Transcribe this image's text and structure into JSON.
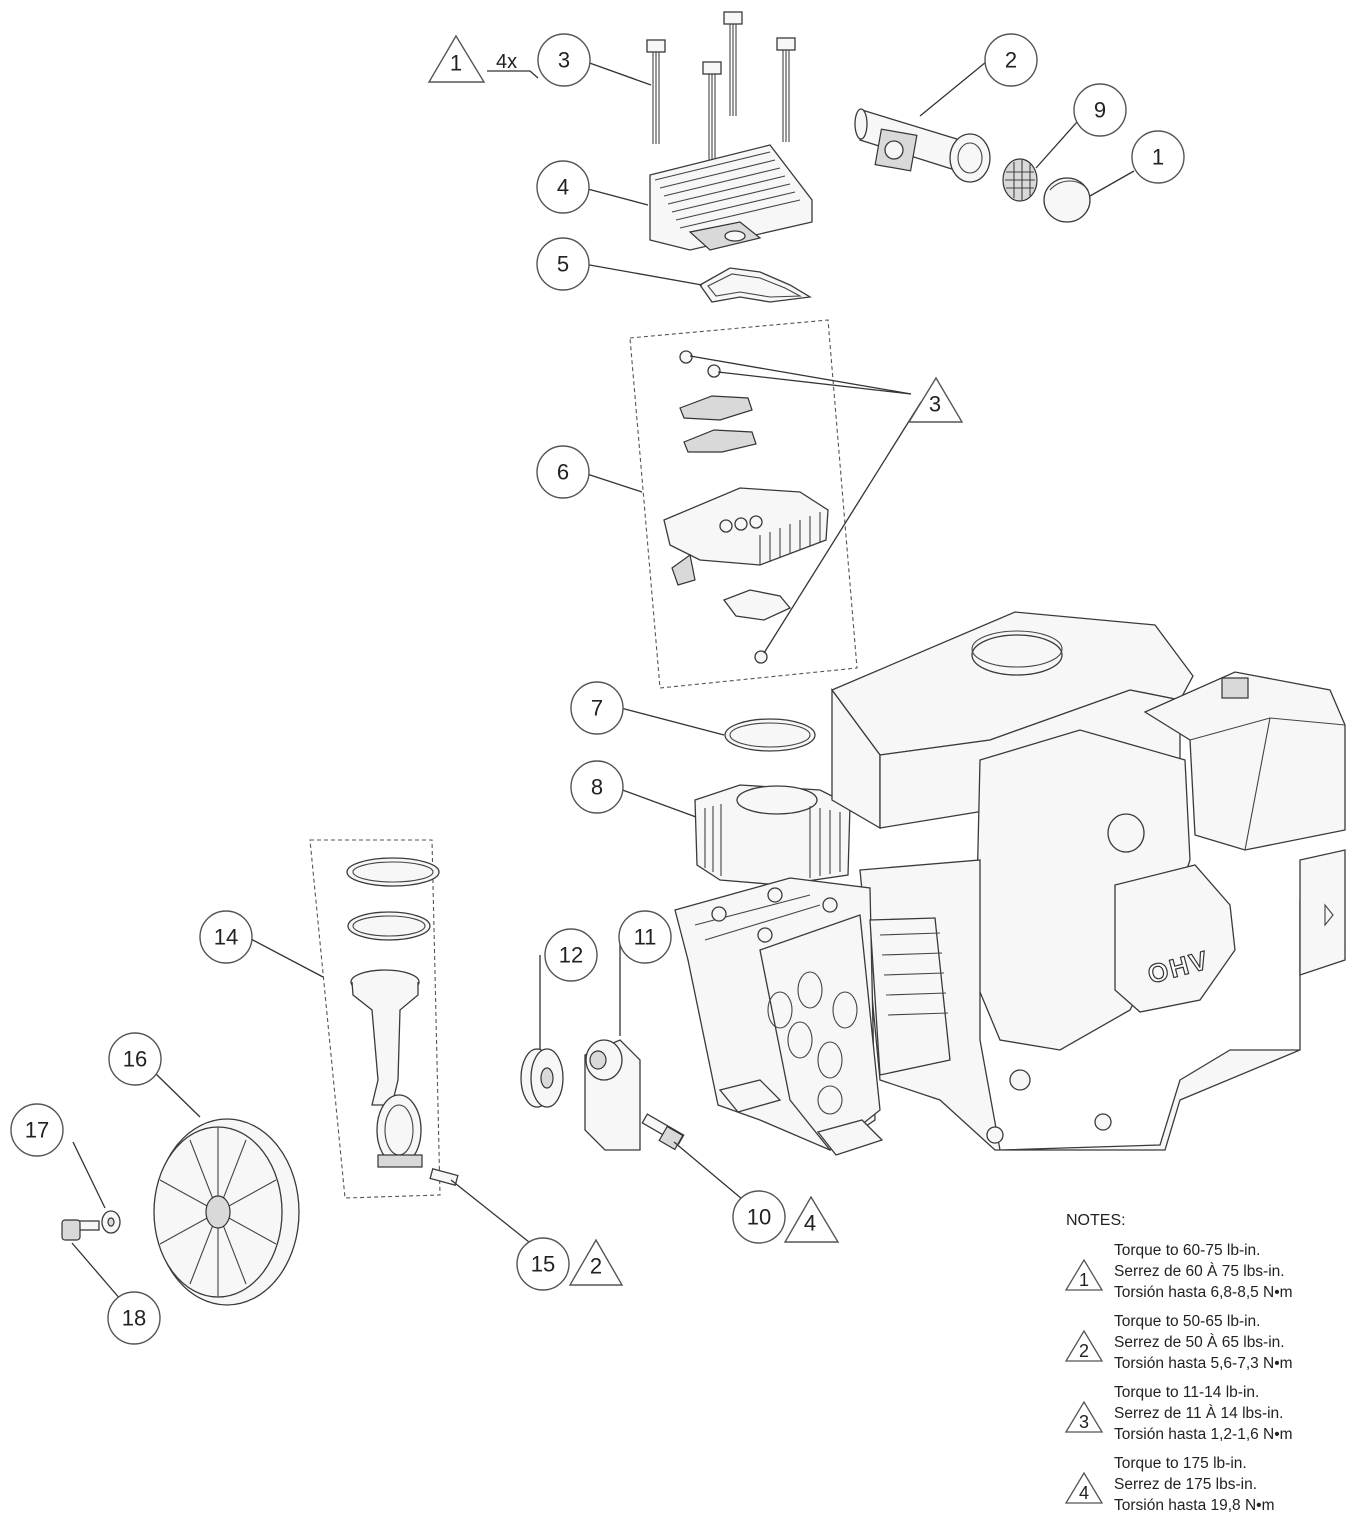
{
  "callouts": [
    {
      "label": "1"
    },
    {
      "label": "2"
    },
    {
      "label": "3"
    },
    {
      "label": "4"
    },
    {
      "label": "5"
    },
    {
      "label": "6"
    },
    {
      "label": "7"
    },
    {
      "label": "8"
    },
    {
      "label": "9"
    },
    {
      "label": "10"
    },
    {
      "label": "11"
    },
    {
      "label": "12"
    },
    {
      "label": "14"
    },
    {
      "label": "15"
    },
    {
      "label": "16"
    },
    {
      "label": "17"
    },
    {
      "label": "18"
    }
  ],
  "note_flags": {
    "head_bolts": "1",
    "head_bolts_qty": "4x",
    "valve_screws": "3",
    "bolt_10": "4",
    "pin_15": "2"
  },
  "engine_badge": "OHV",
  "notes": {
    "title": "NOTES:",
    "items": [
      {
        "flag": "1",
        "lines": [
          "Torque to 60-75 lb-in.",
          "Serrez de 60 À 75 lbs-in.",
          "Torsión hasta 6,8-8,5 N•m"
        ]
      },
      {
        "flag": "2",
        "lines": [
          "Torque to 50-65 lb-in.",
          "Serrez de 50 À 65 lbs-in.",
          "Torsión hasta 5,6-7,3 N•m"
        ]
      },
      {
        "flag": "3",
        "lines": [
          "Torque to 11-14 lb-in.",
          "Serrez de 11 À 14 lbs-in.",
          "Torsión hasta 1,2-1,6 N•m"
        ]
      },
      {
        "flag": "4",
        "lines": [
          "Torque to 175 lb-in.",
          "Serrez de 175 lbs-in.",
          "Torsión hasta 19,8 N•m"
        ]
      }
    ]
  }
}
